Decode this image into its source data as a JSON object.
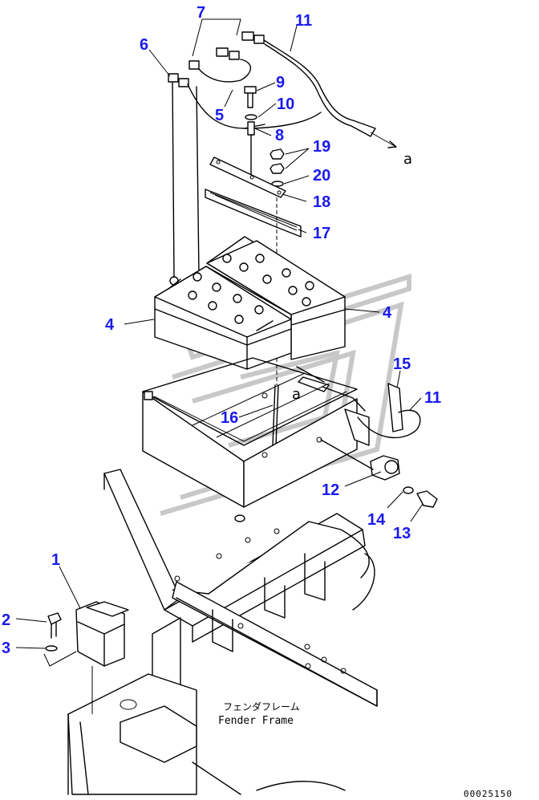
{
  "diagram": {
    "callouts": [
      {
        "id": "c1",
        "label": "1"
      },
      {
        "id": "c2",
        "label": "2"
      },
      {
        "id": "c3",
        "label": "3"
      },
      {
        "id": "c4a",
        "label": "4"
      },
      {
        "id": "c4b",
        "label": "4"
      },
      {
        "id": "c5",
        "label": "5"
      },
      {
        "id": "c6",
        "label": "6"
      },
      {
        "id": "c7",
        "label": "7"
      },
      {
        "id": "c8",
        "label": "8"
      },
      {
        "id": "c9",
        "label": "9"
      },
      {
        "id": "c10",
        "label": "10"
      },
      {
        "id": "c11a",
        "label": "11"
      },
      {
        "id": "c11b",
        "label": "11"
      },
      {
        "id": "c12",
        "label": "12"
      },
      {
        "id": "c13",
        "label": "13"
      },
      {
        "id": "c14",
        "label": "14"
      },
      {
        "id": "c15",
        "label": "15"
      },
      {
        "id": "c16",
        "label": "16"
      },
      {
        "id": "c17",
        "label": "17"
      },
      {
        "id": "c18",
        "label": "18"
      },
      {
        "id": "c19",
        "label": "19"
      },
      {
        "id": "c20",
        "label": "20"
      }
    ],
    "reference_marks": {
      "top": "a",
      "box": "a"
    },
    "frame_label": {
      "japanese": "フェンダフレーム",
      "english": "Fender Frame"
    },
    "drawing_code": "00025150",
    "colors": {
      "callout": "#1a1aee",
      "line": "#000000",
      "watermark": "#c8c8c8"
    }
  }
}
